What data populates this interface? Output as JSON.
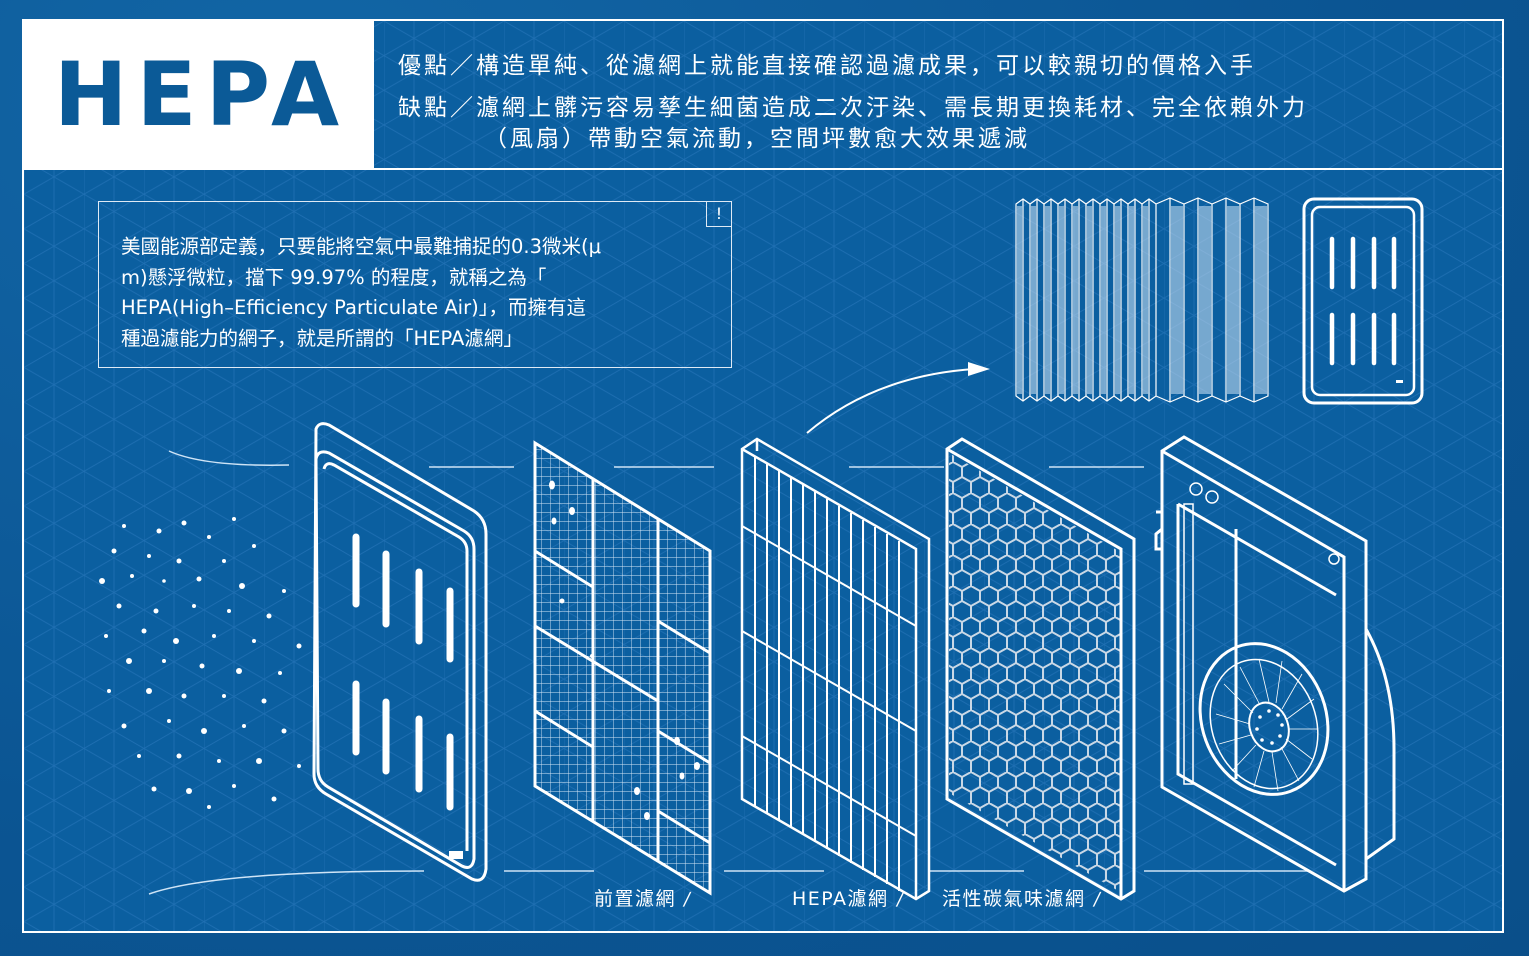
{
  "header": {
    "title": "HEPA",
    "pros": "優點／構造單純、從濾網上就能直接確認過濾成果，可以較親切的價格入手",
    "cons_line1": "缺點／濾網上髒污容易孳生細菌造成二次汙染、需長期更換耗材、完全依賴外力",
    "cons_line2": "（風扇）帶動空氣流動，空間坪數愈大效果遞減"
  },
  "note": {
    "badge": "!",
    "badge_icon": "exclamation-icon",
    "lines": [
      "美國能源部定義，只要能將空氣中最難捕捉的0.3微米(μ",
      "m)懸浮微粒，擋下 99.97% 的程度，就稱之為「",
      "HEPA(High–Efficiency Particulate Air)」，而擁有這",
      "種過濾能力的網子，就是所謂的「HEPA濾網」"
    ]
  },
  "diagram": {
    "components": [
      {
        "id": "front-cover",
        "icon": "vented-cover-panel"
      },
      {
        "id": "pre-filter",
        "icon": "mesh-grid-filter",
        "label": "前置濾網"
      },
      {
        "id": "hepa-filter",
        "icon": "pleated-filter",
        "label": "HEPA濾網"
      },
      {
        "id": "carbon-filter",
        "icon": "honeycomb-filter",
        "label": "活性碳氣味濾網"
      },
      {
        "id": "purifier-body",
        "icon": "fan-housing"
      }
    ],
    "detail_views": [
      {
        "id": "pleat-detail",
        "icon": "pleated-media-closeup"
      },
      {
        "id": "cover-detail",
        "icon": "vented-cover-front"
      }
    ],
    "label_slash": "/"
  },
  "colors": {
    "background": "#0b5fa0",
    "title_text": "#0b5a97",
    "line": "#ffffff",
    "grid": "#2f7cc0"
  }
}
